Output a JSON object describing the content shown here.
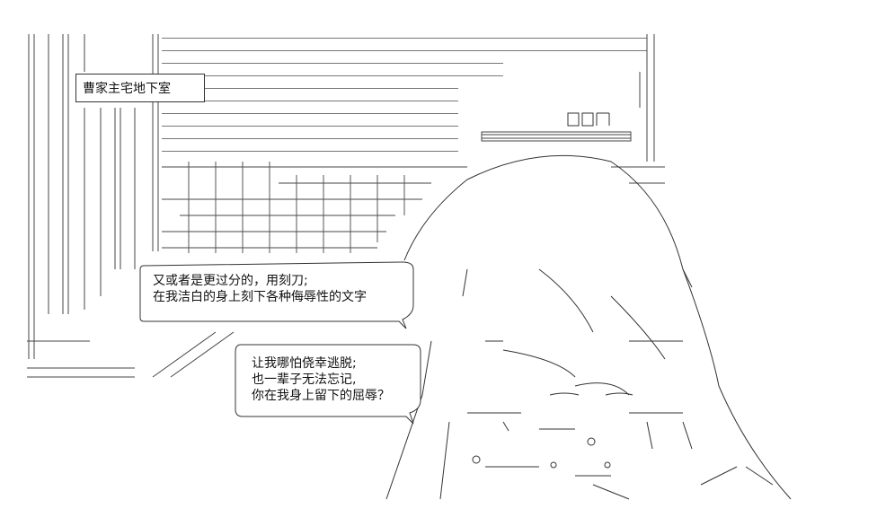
{
  "location_label": "曹家主宅地下室",
  "dialogue_1": [
    "又或者是更过分的，用刻刀;",
    "在我洁白的身上刻下各种侮辱性的文字"
  ],
  "dialogue_2": [
    "让我哪怕侥幸逃脱;",
    "也一辈子无法忘记,",
    "你在我身上留下的屈辱？"
  ]
}
